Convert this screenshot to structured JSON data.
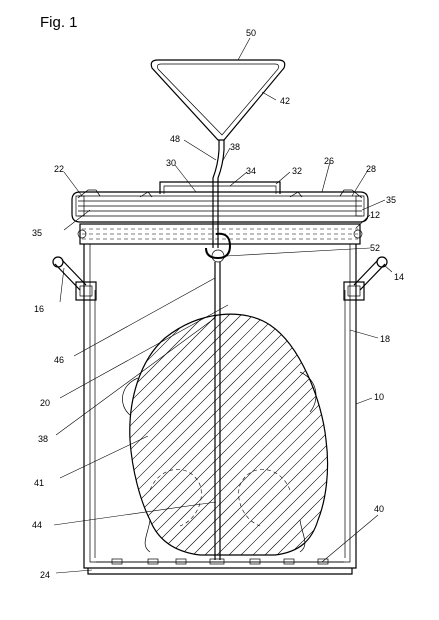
{
  "figure": {
    "title": "Fig. 1",
    "reference_labels": [
      {
        "key": "50",
        "text": "50"
      },
      {
        "key": "42",
        "text": "42"
      },
      {
        "key": "48",
        "text": "48"
      },
      {
        "key": "38a",
        "text": "38"
      },
      {
        "key": "30",
        "text": "30"
      },
      {
        "key": "34",
        "text": "34"
      },
      {
        "key": "32",
        "text": "32"
      },
      {
        "key": "26",
        "text": "26"
      },
      {
        "key": "28",
        "text": "28"
      },
      {
        "key": "22",
        "text": "22"
      },
      {
        "key": "35a",
        "text": "35"
      },
      {
        "key": "35b",
        "text": "35"
      },
      {
        "key": "12",
        "text": "12"
      },
      {
        "key": "52",
        "text": "52"
      },
      {
        "key": "14",
        "text": "14"
      },
      {
        "key": "16",
        "text": "16"
      },
      {
        "key": "18",
        "text": "18"
      },
      {
        "key": "46",
        "text": "46"
      },
      {
        "key": "20",
        "text": "20"
      },
      {
        "key": "10",
        "text": "10"
      },
      {
        "key": "38b",
        "text": "38"
      },
      {
        "key": "41",
        "text": "41"
      },
      {
        "key": "44",
        "text": "44"
      },
      {
        "key": "40",
        "text": "40"
      },
      {
        "key": "24",
        "text": "24"
      }
    ]
  }
}
